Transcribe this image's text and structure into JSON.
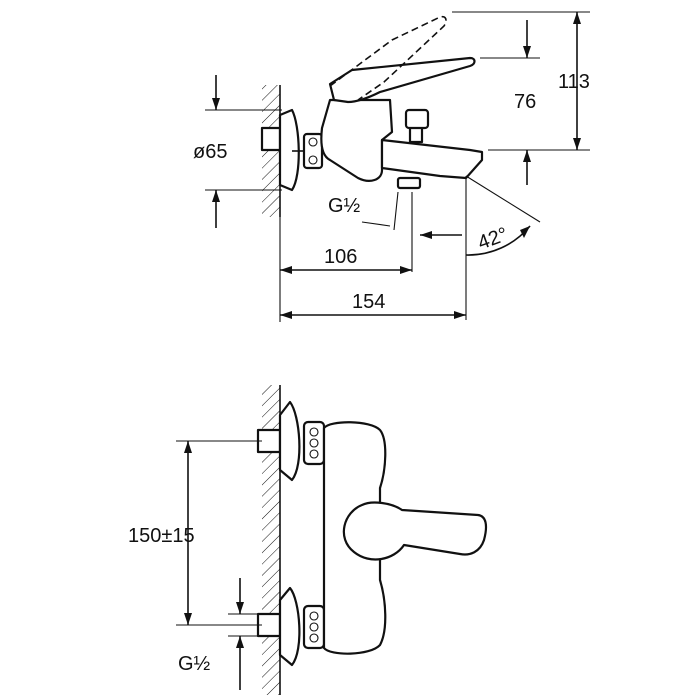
{
  "drawing": {
    "side_view": {
      "dims": {
        "height_total": "113",
        "height_spout": "76",
        "diameter_flange": "ø65",
        "thread_inlet": "G½",
        "depth_outlet": "106",
        "depth_total": "154",
        "spout_angle": "42°"
      }
    },
    "front_view": {
      "dims": {
        "inlet_spacing": "150±15",
        "thread_inlet": "G½"
      }
    }
  }
}
